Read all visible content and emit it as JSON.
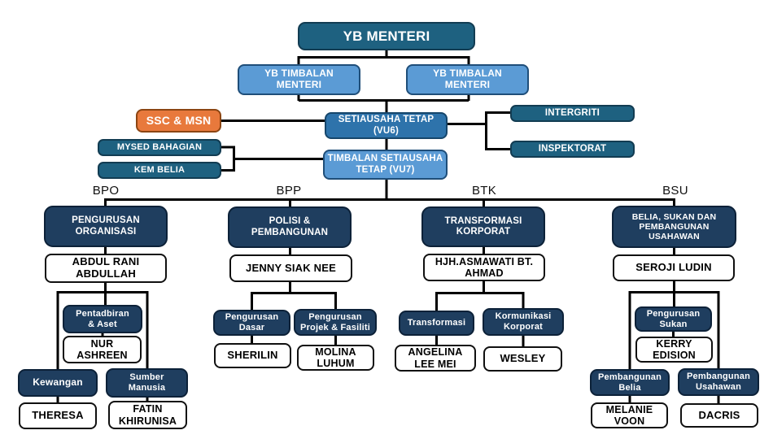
{
  "colors": {
    "dark_teal": "#1E6180",
    "light_blue": "#5B9BD5",
    "medium_blue": "#2E73AB",
    "orange": "#E8793C",
    "navy": "#1F3E5F",
    "connector_line": "#000000"
  },
  "top_level": {
    "minister": "YB MENTERI",
    "deputy_minister_left": "YB TIMBALAN\nMENTERI",
    "deputy_minister_right": "YB TIMBALAN\nMENTERI",
    "ssc_msn": "SSC & MSN",
    "permanent_secretary": "SETIAUSAHA TETAP\n(VU6)",
    "integrity": "INTERGRITI",
    "inspectorate": "INSPEKTORAT",
    "mysed_bahagian": "MYSED BAHAGIAN",
    "kem_belia": "KEM BELIA",
    "deputy_permanent_secretary": "TIMBALAN SETIAUSAHA\nTETAP (VU7)"
  },
  "divisions": [
    {
      "code": "BPO",
      "name": "PENGURUSAN\nORGANISASI",
      "head": "ABDUL RANI\nABDULLAH",
      "units": [
        {
          "name": "Pentadbiran\n& Aset",
          "officer": "NUR\nASHREEN"
        },
        {
          "name": "Kewangan",
          "officer": "THERESA"
        },
        {
          "name": "Sumber\nManusia",
          "officer": "FATIN\nKHIRUNISA"
        }
      ]
    },
    {
      "code": "BPP",
      "name": "POLISI &\nPEMBANGUNAN",
      "head": "JENNY SIAK NEE",
      "units": [
        {
          "name": "Pengurusan\nDasar",
          "officer": "SHERILIN"
        },
        {
          "name": "Pengurusan\nProjek & Fasiliti",
          "officer": "MOLINA\nLUHUM"
        }
      ]
    },
    {
      "code": "BTK",
      "name": "TRANSFORMASI\nKORPORAT",
      "head": "HJH.ASMAWATI BT.\nAHMAD",
      "units": [
        {
          "name": "Transformasi",
          "officer": "ANGELINA\nLEE MEI"
        },
        {
          "name": "Kormunikasi\nKorporat",
          "officer": "WESLEY"
        }
      ]
    },
    {
      "code": "BSU",
      "name": "BELIA, SUKAN DAN\nPEMBANGUNAN\nUSAHAWAN",
      "head": "SEROJI LUDIN",
      "units": [
        {
          "name": "Pengurusan\nSukan",
          "officer": "KERRY\nEDISION"
        },
        {
          "name": "Pembangunan\nBelia",
          "officer": "MELANIE\nVOON"
        },
        {
          "name": "Pembangunan\nUsahawan",
          "officer": "DACRIS"
        }
      ]
    }
  ]
}
